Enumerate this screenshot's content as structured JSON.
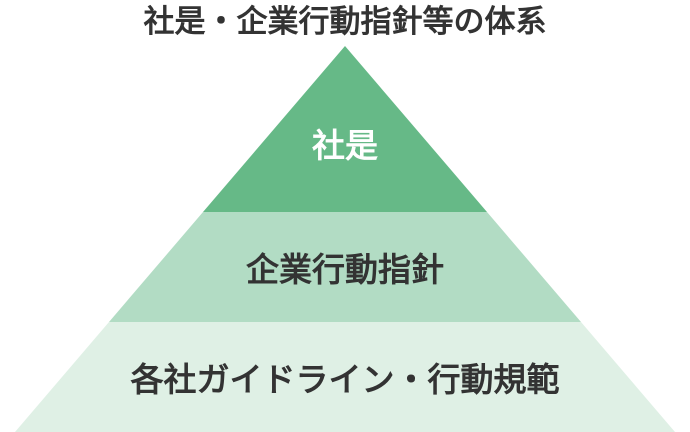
{
  "title": "社是・企業行動指針等の体系",
  "pyramid": {
    "levels": [
      {
        "label": "社是",
        "color": "#66b987",
        "text_color": "#ffffff"
      },
      {
        "label": "企業行動指針",
        "color": "#b2dcc4",
        "text_color": "#333333"
      },
      {
        "label": "各社ガイドライン・行動規範",
        "color": "#dff0e5",
        "text_color": "#333333"
      }
    ]
  }
}
